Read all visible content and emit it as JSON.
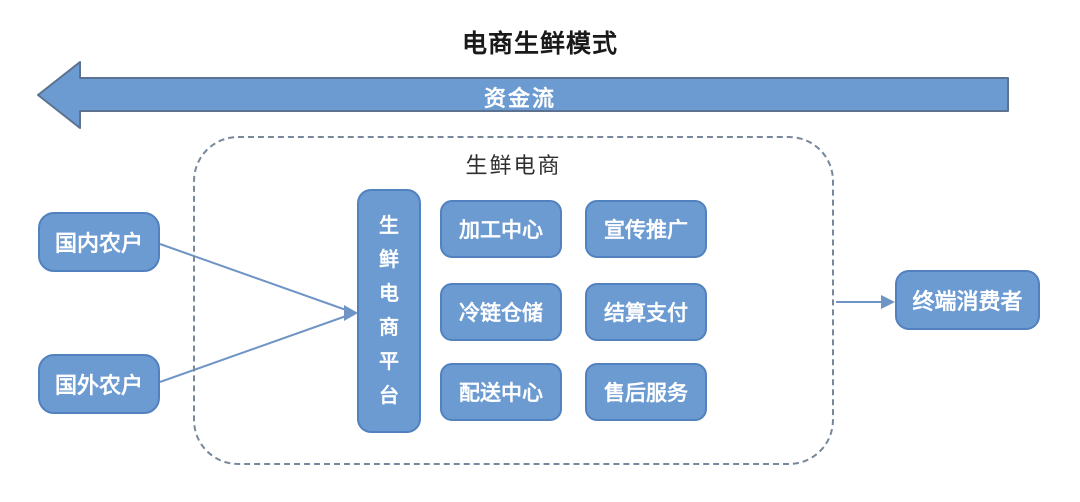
{
  "title": "电商生鲜模式",
  "capital_flow": {
    "label": "资金流",
    "direction": "left"
  },
  "suppliers": [
    {
      "label": "国内农户"
    },
    {
      "label": "国外农户"
    }
  ],
  "container": {
    "label": "生鲜电商",
    "platform": {
      "label": "生鲜电商平台"
    },
    "services": [
      {
        "label": "加工中心"
      },
      {
        "label": "宣传推广"
      },
      {
        "label": "冷链仓储"
      },
      {
        "label": "结算支付"
      },
      {
        "label": "配送中心"
      },
      {
        "label": "售后服务"
      }
    ]
  },
  "consumer": {
    "label": "终端消费者"
  },
  "colors": {
    "node_fill": "#6c9bd2",
    "node_border": "#5181be",
    "node_text": "#ffffff",
    "arrow_fill": "#6c9bd2",
    "arrow_border": "#5c7290",
    "dashed_border": "#78889c",
    "connector_line": "#6f94c6",
    "title_text": "#1a1a1a",
    "container_label_text": "#303030"
  }
}
